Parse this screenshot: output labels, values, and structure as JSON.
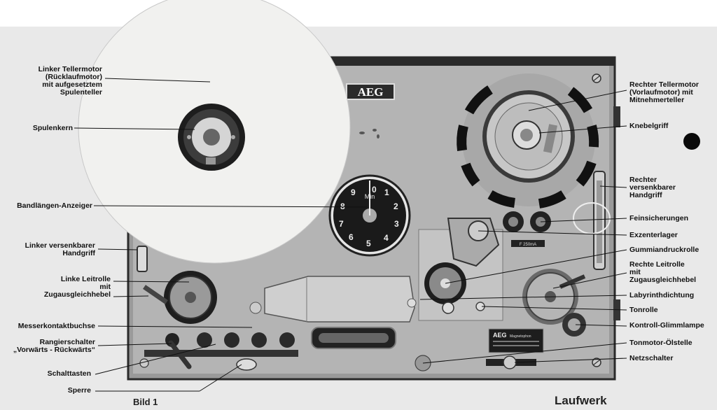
{
  "brand": "AEG",
  "plate_brand": "AEG",
  "plate_subtitle": "Magnetophon",
  "fuse_label": "F 250mA",
  "dial_center": "Min",
  "dial_numbers": [
    "0",
    "1",
    "2",
    "3",
    "4",
    "5",
    "6",
    "7",
    "8",
    "9"
  ],
  "labels_left": [
    "Linker Tellermotor\n(Rücklaufmotor)\nmit aufgesetztem\nSpulenteller",
    "Spulenkern",
    "Bandlängen-Anzeiger",
    "Linker versenkbarer\nHandgriff",
    "Linke Leitrolle\nmit\nZugausgleichhebel",
    "Messerkontaktbuchse",
    "Rangierschalter\n„Vorwärts - Rückwärts“",
    "Schalttasten",
    "Sperre"
  ],
  "labels_right": [
    "Rechter Tellermotor\n(Vorlaufmotor) mit\nMitnehmerteller",
    "Knebelgriff",
    "Rechter\nversenkbarer\nHandgriff",
    "Feinsicherungen",
    "Exzenterlager",
    "Gummiandruckrolle",
    "Rechte Leitrolle\nmit\nZugausgleichhebel",
    "Labyrinthdichtung",
    "Tonrolle",
    "Kontroll-Glimmlampe",
    "Tonmotor-Ölstelle",
    "Netzschalter"
  ],
  "caption_left": "Bild 1",
  "caption_right": "Laufwerk"
}
